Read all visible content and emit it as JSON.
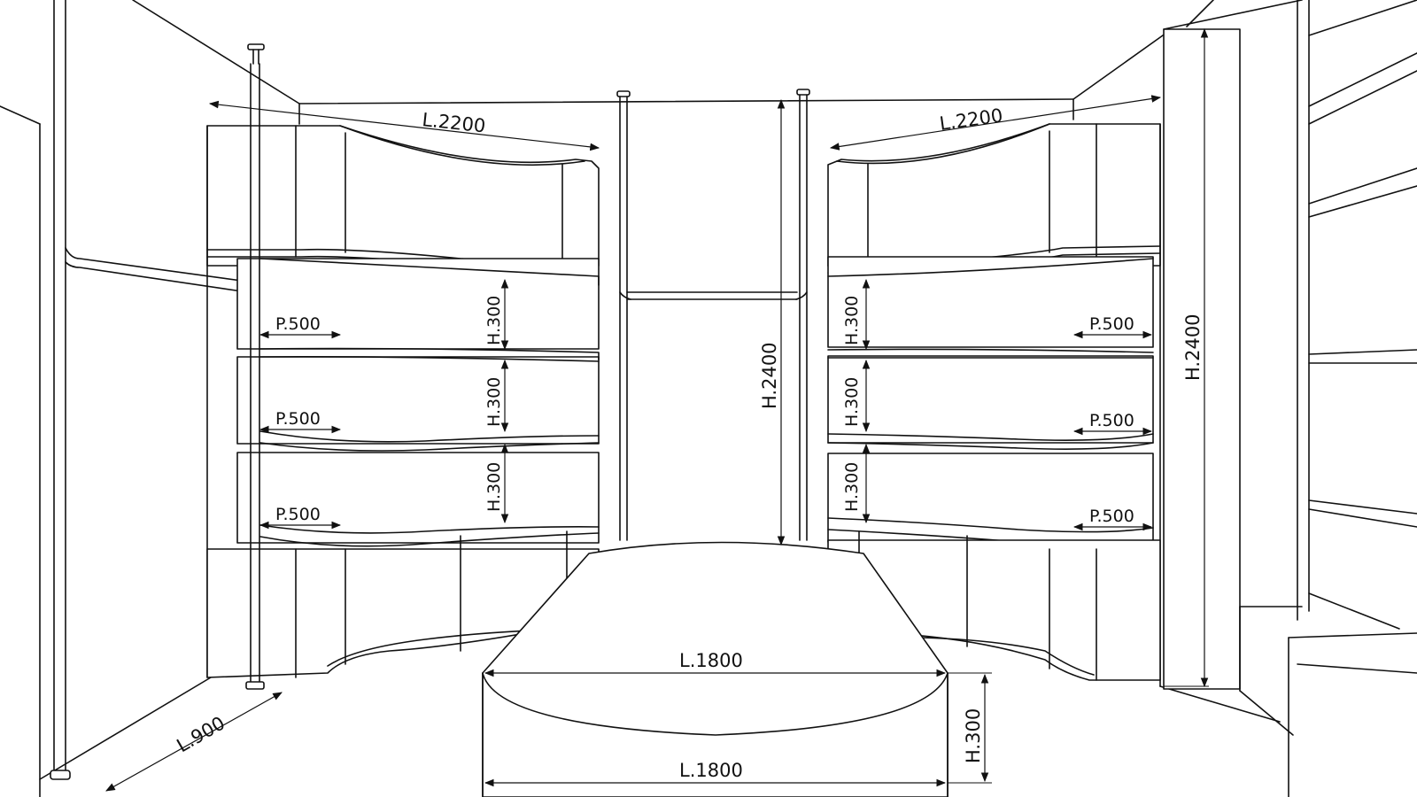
{
  "dimensions": {
    "left_length": "L.2200",
    "right_length": "L.2200",
    "center_height": "H.2400",
    "right_height": "H.2400",
    "floor_length": "L.900",
    "table_top_length": "L.1800",
    "table_bottom_length": "L.1800",
    "table_height": "H.300",
    "left_shelves": [
      {
        "depth": "P.500",
        "height": "H.300"
      },
      {
        "depth": "P.500",
        "height": "H.300"
      },
      {
        "depth": "P.500",
        "height": "H.300"
      }
    ],
    "right_shelves": [
      {
        "depth": "P.500",
        "height": "H.300"
      },
      {
        "depth": "P.500",
        "height": "H.300"
      },
      {
        "depth": "P.500",
        "height": "H.300"
      }
    ]
  }
}
